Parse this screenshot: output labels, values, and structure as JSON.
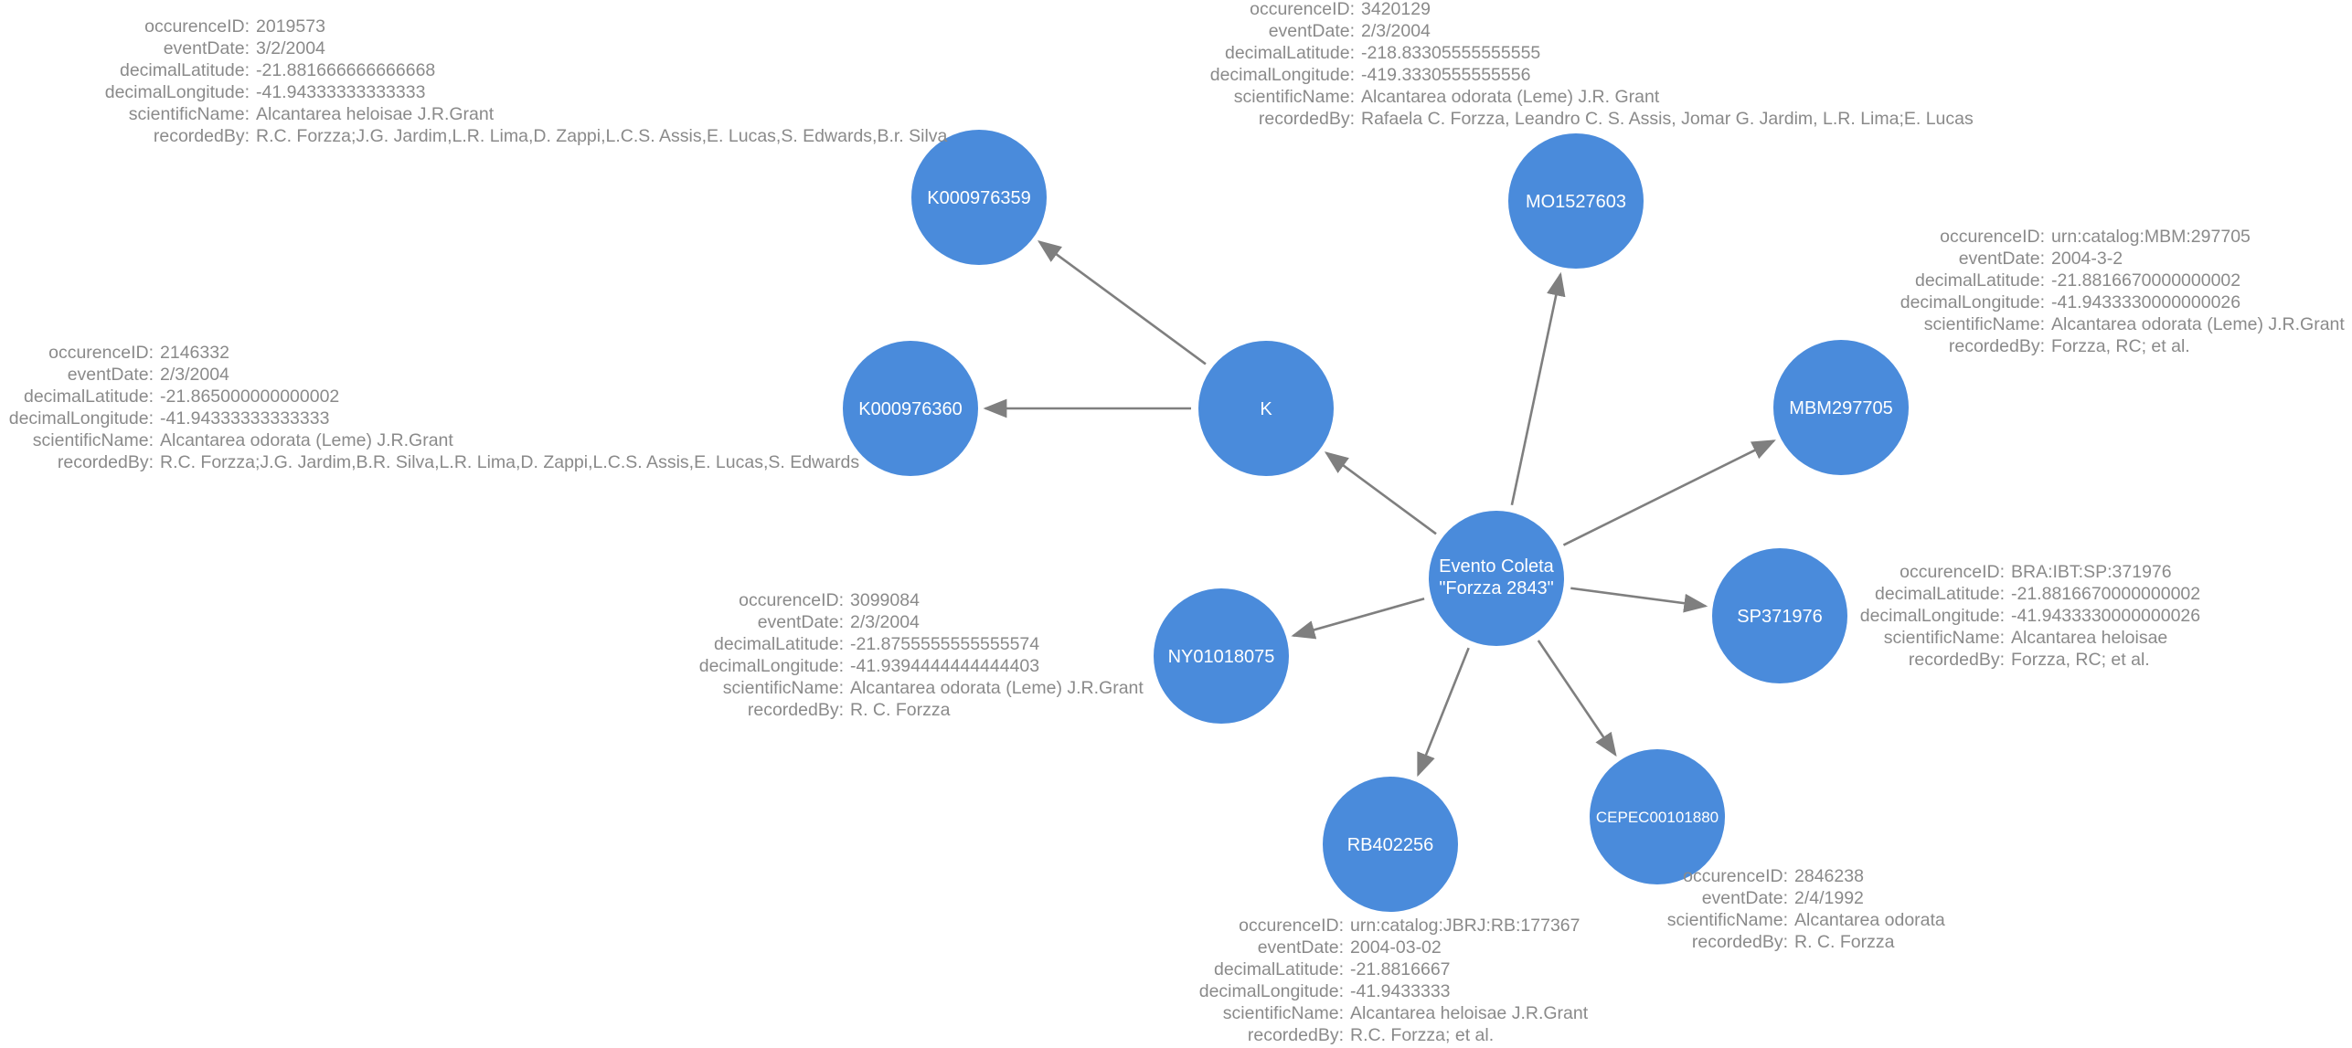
{
  "colors": {
    "node_fill": "#4a8bdb",
    "edge": "#7f7f7f",
    "props_text": "#8a8a8a",
    "node_text": "#ffffff"
  },
  "nodes": {
    "evento": {
      "label_line1": "Evento Coleta",
      "label_line2": "\"Forzza 2843\""
    },
    "K": {
      "label": "K"
    },
    "K000976359": {
      "label": "K000976359"
    },
    "K000976360": {
      "label": "K000976360"
    },
    "MO1527603": {
      "label": "MO1527603"
    },
    "MBM297705": {
      "label": "MBM297705"
    },
    "SP371976": {
      "label": "SP371976"
    },
    "NY01018075": {
      "label": "NY01018075"
    },
    "RB402256": {
      "label": "RB402256"
    },
    "CEPEC00101880": {
      "label": "CEPEC00101880"
    }
  },
  "edges": [
    {
      "from": "evento",
      "to": "K"
    },
    {
      "from": "evento",
      "to": "MO1527603"
    },
    {
      "from": "evento",
      "to": "MBM297705"
    },
    {
      "from": "evento",
      "to": "SP371976"
    },
    {
      "from": "evento",
      "to": "NY01018075"
    },
    {
      "from": "evento",
      "to": "RB402256"
    },
    {
      "from": "evento",
      "to": "CEPEC00101880"
    },
    {
      "from": "K",
      "to": "K000976359"
    },
    {
      "from": "K",
      "to": "K000976360"
    }
  ],
  "props": {
    "K000976359": [
      {
        "k": "occurenceID:",
        "v": "2019573"
      },
      {
        "k": "eventDate:",
        "v": "3/2/2004"
      },
      {
        "k": "decimalLatitude:",
        "v": "-21.881666666666668"
      },
      {
        "k": "decimalLongitude:",
        "v": "-41.94333333333333"
      },
      {
        "k": "scientificName:",
        "v": "Alcantarea heloisae J.R.Grant"
      },
      {
        "k": "recordedBy:",
        "v": "R.C. Forzza;J.G. Jardim,L.R. Lima,D. Zappi,L.C.S. Assis,E. Lucas,S. Edwards,B.r. Silva"
      }
    ],
    "MO1527603": [
      {
        "k": "occurenceID:",
        "v": "3420129"
      },
      {
        "k": "eventDate:",
        "v": "2/3/2004"
      },
      {
        "k": "decimalLatitude:",
        "v": "-218.83305555555555"
      },
      {
        "k": "decimalLongitude:",
        "v": "-419.3330555555556"
      },
      {
        "k": "scientificName:",
        "v": "Alcantarea odorata (Leme) J.R. Grant"
      },
      {
        "k": "recordedBy:",
        "v": "Rafaela C. Forzza, Leandro C. S. Assis, Jomar G. Jardim, L.R. Lima;E. Lucas"
      }
    ],
    "MBM297705": [
      {
        "k": "occurenceID:",
        "v": "urn:catalog:MBM:297705"
      },
      {
        "k": "eventDate:",
        "v": "2004-3-2"
      },
      {
        "k": "decimalLatitude:",
        "v": "-21.8816670000000002"
      },
      {
        "k": "decimalLongitude:",
        "v": "-41.9433330000000026"
      },
      {
        "k": "scientificName:",
        "v": "Alcantarea odorata (Leme) J.R.Grant"
      },
      {
        "k": "recordedBy:",
        "v": "Forzza, RC; et al."
      }
    ],
    "K000976360": [
      {
        "k": "occurenceID:",
        "v": "2146332"
      },
      {
        "k": "eventDate:",
        "v": "2/3/2004"
      },
      {
        "k": "decimalLatitude:",
        "v": "-21.865000000000002"
      },
      {
        "k": "decimalLongitude:",
        "v": "-41.94333333333333"
      },
      {
        "k": "scientificName:",
        "v": "Alcantarea odorata (Leme) J.R.Grant"
      },
      {
        "k": "recordedBy:",
        "v": "R.C. Forzza;J.G. Jardim,B.R. Silva,L.R. Lima,D. Zappi,L.C.S. Assis,E. Lucas,S. Edwards"
      }
    ],
    "SP371976": [
      {
        "k": "occurenceID:",
        "v": "BRA:IBT:SP:371976"
      },
      {
        "k": "decimalLatitude:",
        "v": "-21.8816670000000002"
      },
      {
        "k": "decimalLongitude:",
        "v": "-41.9433330000000026"
      },
      {
        "k": "scientificName:",
        "v": "Alcantarea heloisae"
      },
      {
        "k": "recordedBy:",
        "v": "Forzza, RC; et al."
      }
    ],
    "NY01018075": [
      {
        "k": "occurenceID:",
        "v": "3099084"
      },
      {
        "k": "eventDate:",
        "v": "2/3/2004"
      },
      {
        "k": "decimalLatitude:",
        "v": "-21.8755555555555574"
      },
      {
        "k": "decimalLongitude:",
        "v": "-41.9394444444444403"
      },
      {
        "k": "scientificName:",
        "v": "Alcantarea odorata (Leme) J.R.Grant"
      },
      {
        "k": "recordedBy:",
        "v": "R. C. Forzza"
      }
    ],
    "CEPEC00101880": [
      {
        "k": "occurenceID:",
        "v": "2846238"
      },
      {
        "k": "eventDate:",
        "v": "2/4/1992"
      },
      {
        "k": "scientificName:",
        "v": "Alcantarea odorata"
      },
      {
        "k": "recordedBy:",
        "v": "R. C. Forzza"
      }
    ],
    "RB402256": [
      {
        "k": "occurenceID:",
        "v": "urn:catalog:JBRJ:RB:177367"
      },
      {
        "k": "eventDate:",
        "v": "2004-03-02"
      },
      {
        "k": "decimalLatitude:",
        "v": "-21.8816667"
      },
      {
        "k": "decimalLongitude:",
        "v": "-41.9433333"
      },
      {
        "k": "scientificName:",
        "v": "Alcantarea heloisae J.R.Grant"
      },
      {
        "k": "recordedBy:",
        "v": "R.C. Forzza; et al."
      }
    ]
  }
}
